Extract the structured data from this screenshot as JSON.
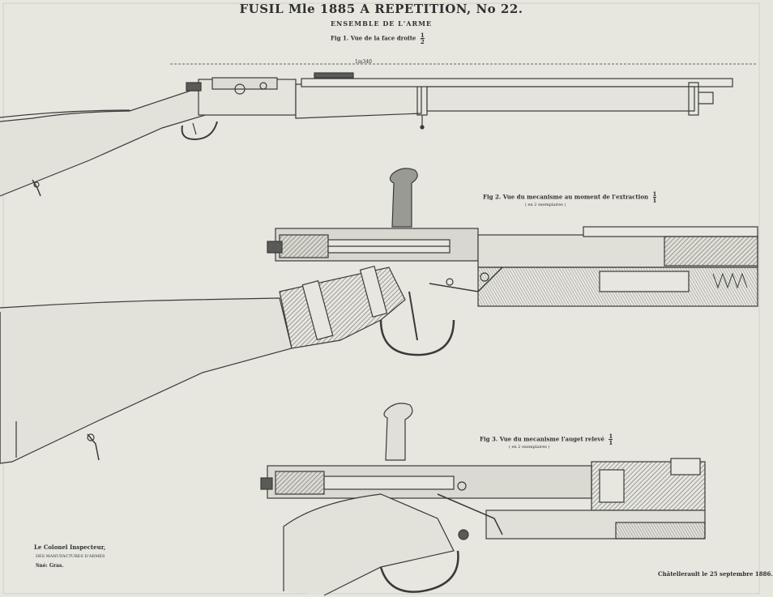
{
  "title": "FUSIL Mle 1885 A REPETITION, No 22.",
  "subtitle": "ENSEMBLE DE L'ARME",
  "fig1": {
    "caption": "Fig 1. Vue de la face droite",
    "scale_num": "1",
    "scale_den": "2",
    "dimension": "1m340"
  },
  "fig2": {
    "caption": "Fig 2. Vue du mecanisme au moment de l'extraction",
    "scale_num": "1",
    "scale_den": "1",
    "subcaption": "( en 2 exemplaires )"
  },
  "fig3": {
    "caption": "Fig 3. Vue du mecanisme l'auget relevé",
    "scale_num": "1",
    "scale_den": "1",
    "subcaption": "( en 2 exemplaires )"
  },
  "signature": {
    "line1": "Le Colonel Inspecteur,",
    "line2": "DES MANUFACTURES D'ARMES",
    "line3": "Sné: Gras."
  },
  "date_line": "Châtellerault le 25 septembre 1886.",
  "colors": {
    "paper": "#e7e7e0",
    "ink": "#3a3a3a",
    "hatch": "#7a7a74",
    "light_wood": "#d8d8d0"
  }
}
